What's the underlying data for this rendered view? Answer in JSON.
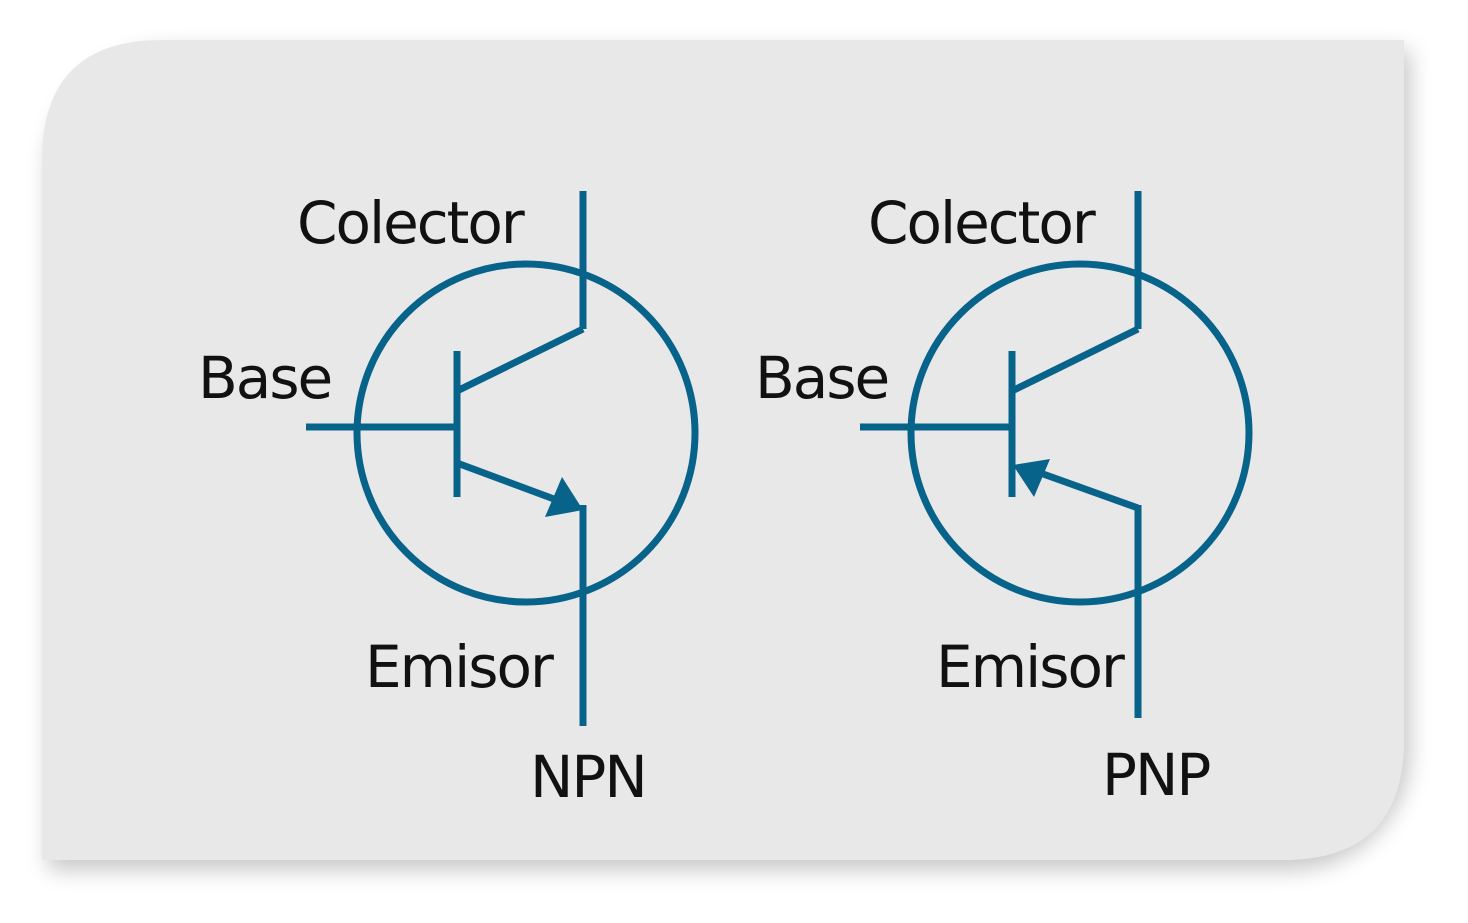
{
  "colors": {
    "background": "#e8e8e8",
    "symbol": "#07638a",
    "text": "#111111"
  },
  "transistors": [
    {
      "type_label": "NPN",
      "collector_label": "Colector",
      "base_label": "Base",
      "emitter_label": "Emisor",
      "arrow_direction": "out"
    },
    {
      "type_label": "PNP",
      "collector_label": "Colector",
      "base_label": "Base",
      "emitter_label": "Emisor",
      "arrow_direction": "in"
    }
  ]
}
